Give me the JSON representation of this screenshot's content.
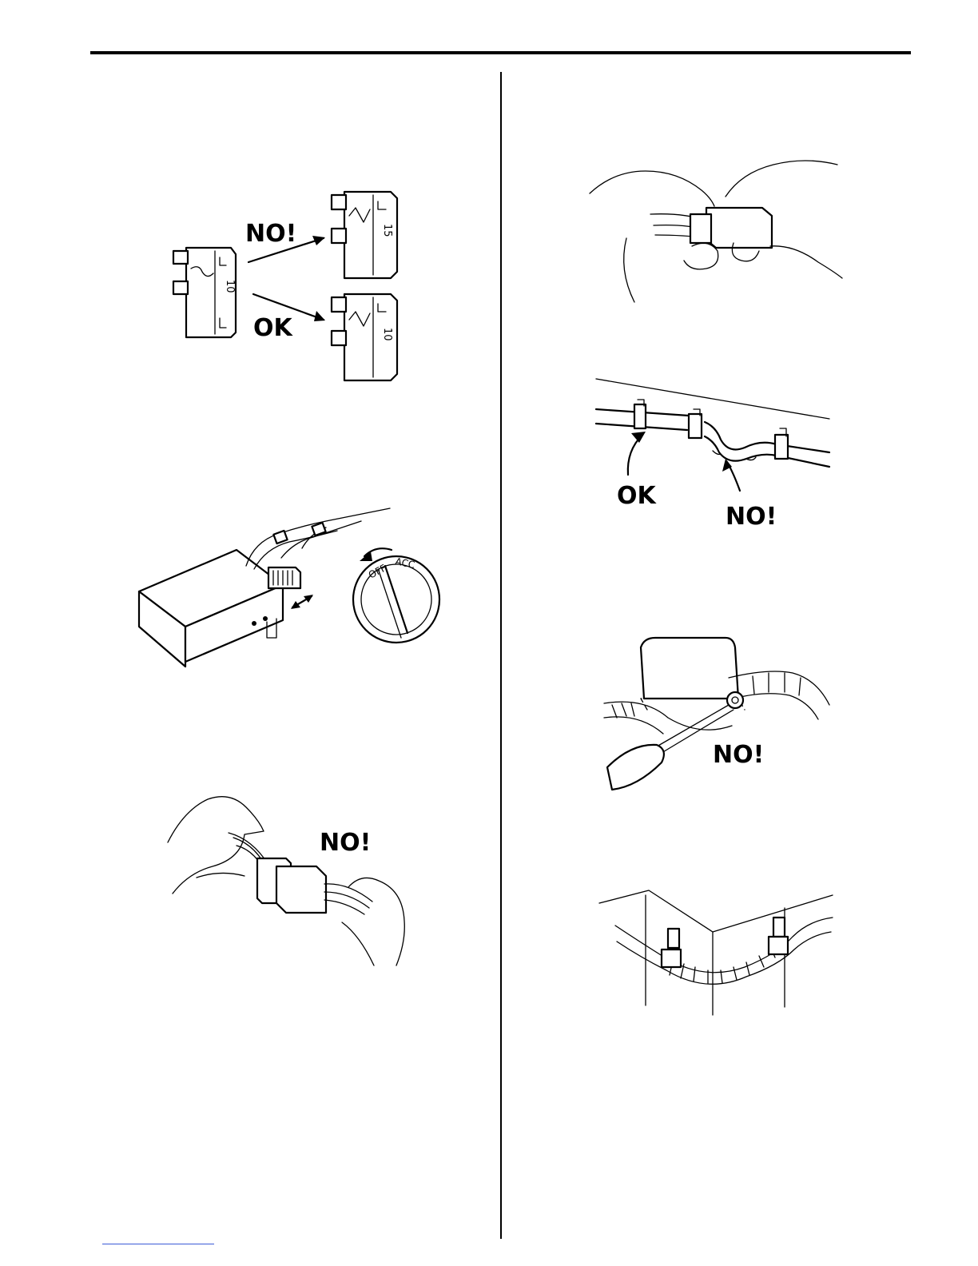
{
  "labels": {
    "fuse_no": "NO!",
    "fuse_ok": "OK",
    "fuse_small": "10",
    "fuse_large": "15",
    "fuse_ok_rating": "10",
    "ignition_off": "OFF",
    "ignition_acc": "ACC",
    "pull_no": "NO!",
    "clamp_ok": "OK",
    "clamp_no": "NO!",
    "screw_no": "NO!"
  },
  "colors": {
    "ink": "#000000",
    "paper": "#ffffff",
    "footer_link": "#3b5bd6"
  }
}
